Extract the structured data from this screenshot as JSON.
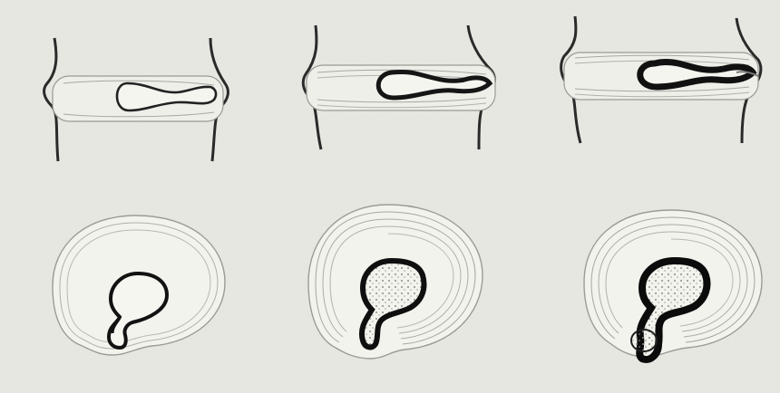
{
  "figure": {
    "description_text": "",
    "rows": [
      {
        "name": "sagittal-views",
        "panels": [
          {
            "id": "sagittal-stage-1",
            "stage": 1
          },
          {
            "id": "sagittal-stage-2",
            "stage": 2
          },
          {
            "id": "sagittal-stage-3",
            "stage": 3
          }
        ]
      },
      {
        "name": "axial-views",
        "panels": [
          {
            "id": "axial-stage-1",
            "stage": 1
          },
          {
            "id": "axial-stage-2",
            "stage": 2
          },
          {
            "id": "axial-stage-3",
            "stage": 3
          }
        ]
      }
    ],
    "colors": {
      "paper": "#e9e9e3",
      "paper_light": "#f2f2ed",
      "ink": "#1b1b1b",
      "ring": "#9a9a95"
    }
  }
}
